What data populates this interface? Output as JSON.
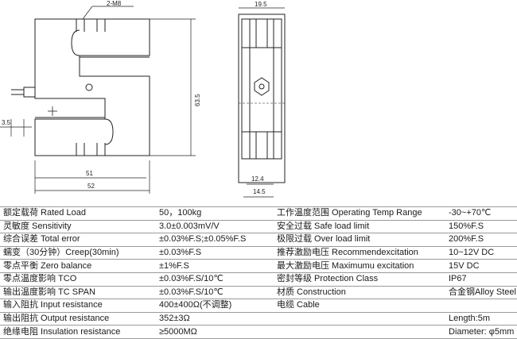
{
  "drawing": {
    "dim_thread": "2-M8",
    "dim_cable_offset": "3.5",
    "dim_inner_width": "51",
    "dim_outer_width": "52",
    "dim_height": "63.5",
    "dim_side_width": "19.5",
    "dim_slot": "12.4",
    "dim_base": "14.5"
  },
  "specs": [
    {
      "left_label": "额定载荷 Rated Load",
      "left_value": "50，100kg",
      "right_label": "工作温度范围 Operating Temp Range",
      "right_value": "-30~+70℃"
    },
    {
      "left_label": "灵敏度 Sensitivity",
      "left_value": "3.0±0.003mV/V",
      "right_label": "安全过载 Safe load limit",
      "right_value": "150%F.S"
    },
    {
      "left_label": "综合误差 Total error",
      "left_value": "±0.03%F.S;±0.05%F.S",
      "right_label": "极限过载 Over load limit",
      "right_value": "200%F.S"
    },
    {
      "left_label": "蠕变（30分钟）Creep(30min)",
      "left_value": "±0.03%F.S",
      "right_label": "推荐激励电压 Recommendexcitation",
      "right_value": "10~12V DC"
    },
    {
      "left_label": "零点平衡 Zero balance",
      "left_value": "±1%F.S",
      "right_label": "最大激励电压 Maximumu excitation",
      "right_value": "15V DC"
    },
    {
      "left_label": "零点温度影响 TCO",
      "left_value": "±0.03%F.S/10℃",
      "right_label": "密封等级 Protection Class",
      "right_value": "IP67"
    },
    {
      "left_label": "输出温度影响 TC SPAN",
      "left_value": "±0.03%F.S/10℃",
      "right_label": "材质 Construction",
      "right_value": "合金钢Alloy Steel"
    },
    {
      "left_label": "输入阻抗 Input resistance",
      "left_value": "400±400Ω(不调整)",
      "right_label": "电缆 Cable",
      "right_value": ""
    },
    {
      "left_label": "输出阻抗 Output resistance",
      "left_value": "352±3Ω",
      "right_label": "",
      "right_value": "Length:5m"
    },
    {
      "left_label": "绝缘电阻 Insulation resistance",
      "left_value": "≥5000MΩ",
      "right_label": "",
      "right_value": "Diameter: φ5mm"
    }
  ]
}
